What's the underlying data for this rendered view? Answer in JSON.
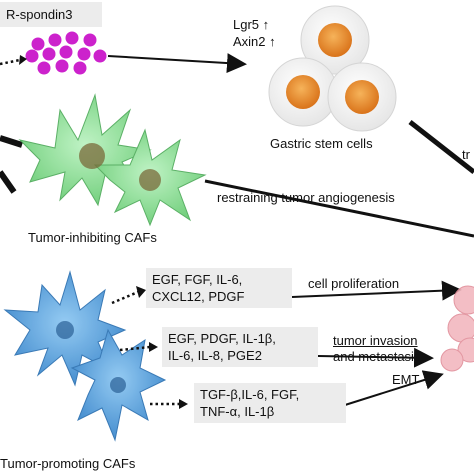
{
  "top": {
    "rspondin_label": "R-spondin3",
    "markers": [
      "Lgr5 ↑",
      "Axin2 ↑"
    ],
    "stem_label": "Gastric stem cells",
    "cut_right_text": "tr"
  },
  "inhibit": {
    "label": "Tumor-inhibiting CAFs",
    "arrow_text": "restraining tumor angiogenesis"
  },
  "promote": {
    "label": "Tumor-promoting CAFs",
    "box1": [
      "EGF, FGF, IL-6,",
      "CXCL12, PDGF"
    ],
    "box2": [
      "EGF, PDGF, IL-1β,",
      "IL-6, IL-8, PGE2"
    ],
    "box3": [
      "TGF-β,IL-6, FGF,",
      "TNF-α, IL-1β"
    ],
    "effect1": "cell proliferation",
    "effect2": [
      "tumor invasion",
      "and metastasis"
    ],
    "effect3": "EMT"
  },
  "colors": {
    "rspondin_dot": "#cc22cc",
    "inhibit_caf": "#7fd98a",
    "promote_caf": "#3a8fd6",
    "stem_nucleus": "#e88a1e",
    "tumor": "#f2b8bf"
  }
}
